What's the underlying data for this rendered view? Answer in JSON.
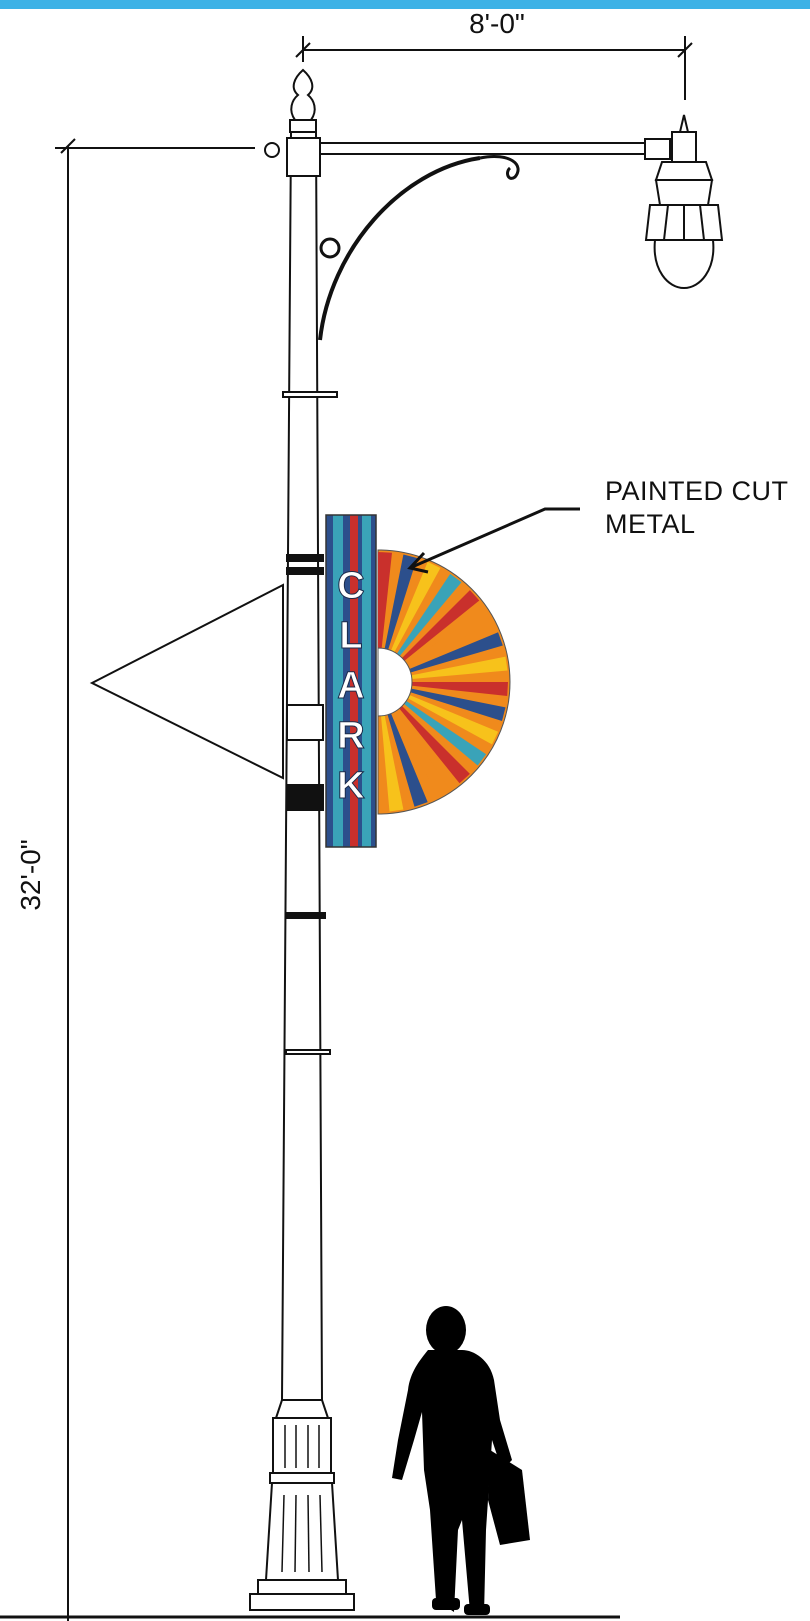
{
  "dimensions": {
    "width_label": "8'-0\"",
    "height_label": "32'-0\""
  },
  "callout": {
    "line1": "PAINTED CUT",
    "line2": "METAL"
  },
  "sign": {
    "letters": [
      "C",
      "L",
      "A",
      "R",
      "K"
    ]
  },
  "colors": {
    "top_bar": "#3db2e6",
    "line": "#111111",
    "sign_blue": "#2c4f8c",
    "sign_teal": "#3aa3b8",
    "sign_red": "#c9302c",
    "sign_orange": "#f08a1c",
    "sign_yellow": "#f7c21b"
  }
}
